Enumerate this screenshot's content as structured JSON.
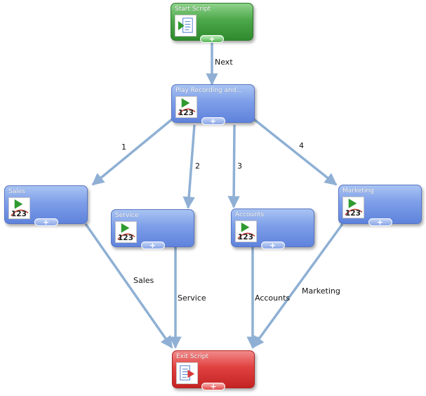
{
  "nodes": {
    "start": {
      "title": "Start Script",
      "icon": "script-document-icon"
    },
    "play": {
      "title": "Play Recording and...",
      "icon": "play-123-icon"
    },
    "sales": {
      "title": "Sales",
      "icon": "play-123-icon"
    },
    "service": {
      "title": "Service",
      "icon": "play-123-icon"
    },
    "accounts": {
      "title": "Accounts",
      "icon": "play-123-icon"
    },
    "marketing": {
      "title": "Marketing",
      "icon": "play-123-icon"
    },
    "exit": {
      "title": "Exit Script",
      "icon": "exit-document-icon"
    }
  },
  "add_button": "+",
  "edges": {
    "next": "Next",
    "opt1": "1",
    "opt2": "2",
    "opt3": "3",
    "opt4": "4",
    "sales": "Sales",
    "service": "Service",
    "accounts": "Accounts",
    "marketing": "Marketing"
  },
  "colors": {
    "edge": "#8fb0d4",
    "start_node": "#4ca84a",
    "menu_node": "#7d9ee8",
    "exit_node": "#e0403f"
  }
}
